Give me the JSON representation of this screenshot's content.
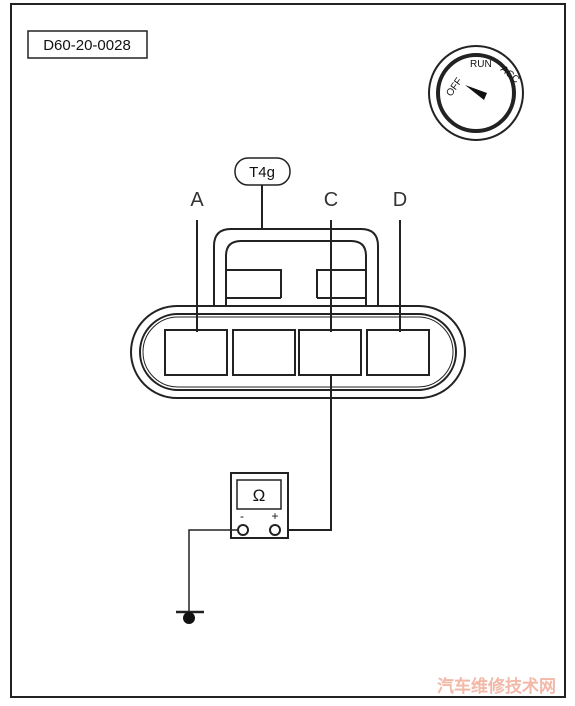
{
  "figure_code": "D60-20-0028",
  "ignition_switch": {
    "positions": [
      "OFF",
      "RUN",
      "ACC"
    ],
    "pointer_position": "OFF"
  },
  "connector": {
    "name": "T4g",
    "pins": [
      "A",
      "C",
      "D"
    ]
  },
  "meter": {
    "symbol": "Ω",
    "minus_label": "-",
    "plus_label": "+"
  },
  "watermark": "汽车维修技术网"
}
